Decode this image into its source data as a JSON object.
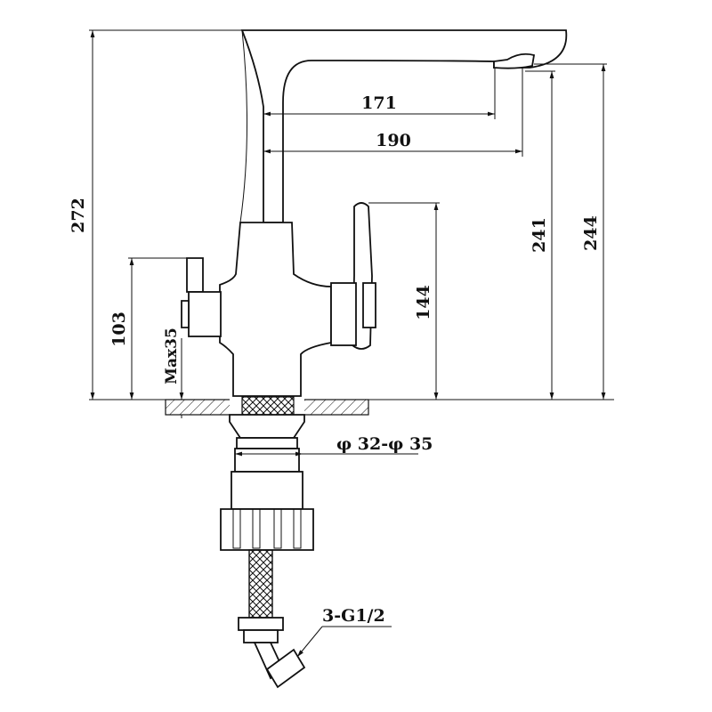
{
  "dimensions": {
    "overall_height": "272",
    "spout_height": "241",
    "spout_total_height": "244",
    "spout_reach_inner": "171",
    "spout_reach_outer": "190",
    "handle_height": "144",
    "side_handle_height": "103",
    "max_thickness": "Max35",
    "mount_hole": "φ 32-φ 35",
    "hose_thread": "3-G1/2"
  }
}
